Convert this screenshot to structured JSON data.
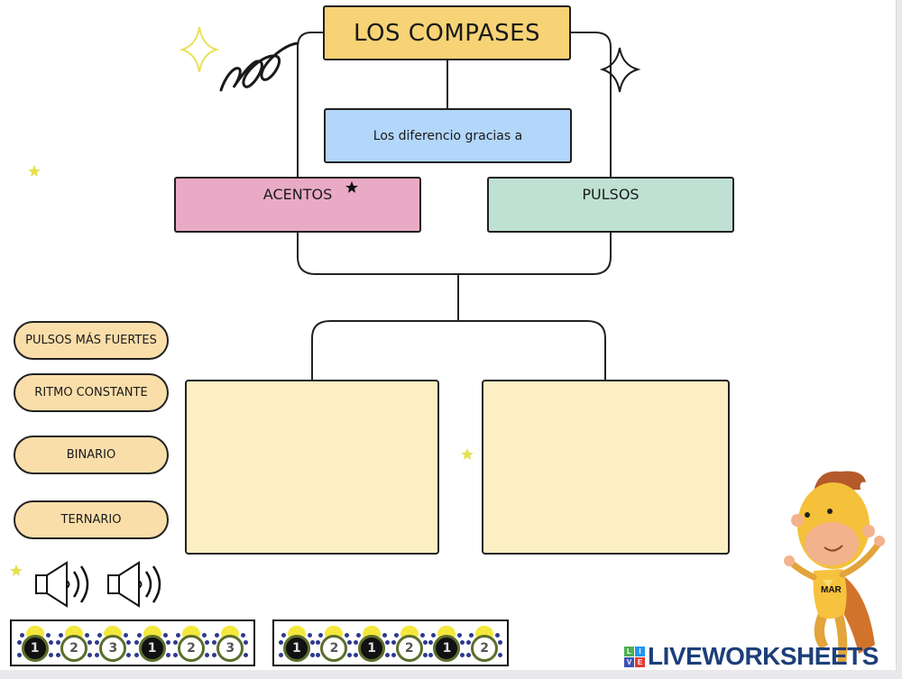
{
  "worksheet": {
    "title": "LOS COMPASES",
    "subtitle": "Los diferencio gracias a",
    "categories": [
      {
        "label": "ACENTOS",
        "color": "#e9aac5"
      },
      {
        "label": "PULSOS",
        "color": "#bfe1d3"
      }
    ],
    "drop_zones": [
      {
        "name": "drop-zone-left",
        "content": ""
      },
      {
        "name": "drop-zone-right",
        "content": ""
      }
    ]
  },
  "answer_options": [
    {
      "label": "PULSOS MÁS FUERTES"
    },
    {
      "label": "RITMO CONSTANTE"
    },
    {
      "label": "BINARIO"
    },
    {
      "label": "TERNARIO"
    }
  ],
  "audio": [
    {
      "icon": "speaker-icon",
      "label": "audio-1"
    },
    {
      "icon": "speaker-icon",
      "label": "audio-2"
    }
  ],
  "beat_strips": [
    {
      "name": "ternary",
      "beats": [
        "1",
        "2",
        "3",
        "1",
        "2",
        "3"
      ],
      "strong": [
        true,
        false,
        false,
        true,
        false,
        false
      ]
    },
    {
      "name": "binary",
      "beats": [
        "1",
        "2",
        "1",
        "2",
        "1",
        "2"
      ],
      "strong": [
        true,
        false,
        true,
        false,
        true,
        false
      ]
    }
  ],
  "mascot": {
    "shirt_text": "MAR"
  },
  "branding": {
    "logo_text": "LIVEWORKSHEETS",
    "logo_letters": [
      "L",
      "I",
      "V",
      "E"
    ],
    "logo_colors": [
      "#4caf50",
      "#2196f3",
      "#3f51b5",
      "#e53935"
    ]
  },
  "colors": {
    "title_fill": "#f7d376",
    "subtitle_fill": "#b3d6fb",
    "drop_zone_fill": "#fcefc3",
    "pill_fill": "#fadeaa",
    "star_yellow": "#e6e04a"
  }
}
